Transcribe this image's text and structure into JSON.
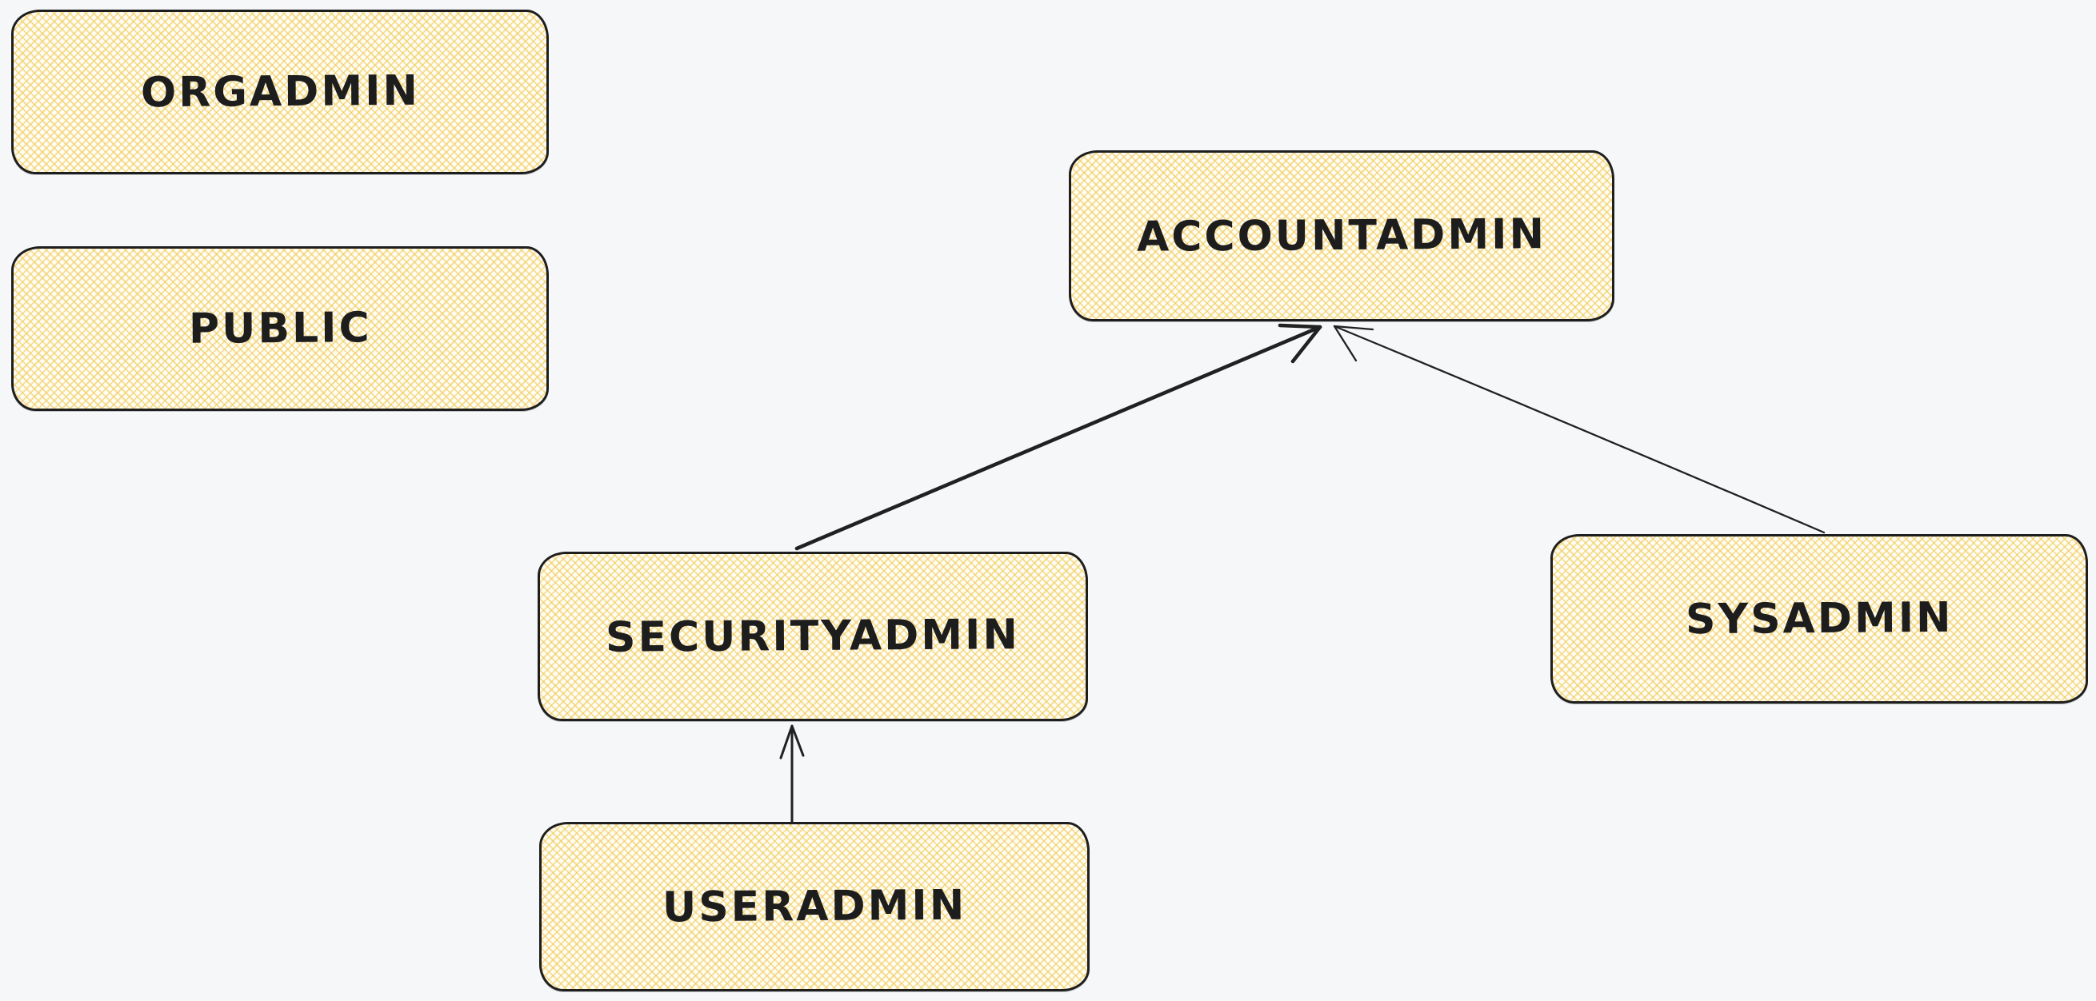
{
  "diagram": {
    "type": "role-hierarchy-flowchart",
    "style": "excalidraw-hand-drawn",
    "nodes": [
      {
        "id": "orgadmin",
        "label": "ORGADMIN"
      },
      {
        "id": "public",
        "label": "PUBLIC"
      },
      {
        "id": "accountadmin",
        "label": "ACCOUNTADMIN"
      },
      {
        "id": "securityadmin",
        "label": "SECURITYADMIN"
      },
      {
        "id": "sysadmin",
        "label": "SYSADMIN"
      },
      {
        "id": "useradmin",
        "label": "USERADMIN"
      }
    ],
    "edges": [
      {
        "from": "SECURITYADMIN",
        "to": "ACCOUNTADMIN",
        "arrowhead": "to",
        "weight": "thick"
      },
      {
        "from": "SYSADMIN",
        "to": "ACCOUNTADMIN",
        "arrowhead": "to",
        "weight": "thin"
      },
      {
        "from": "USERADMIN",
        "to": "SECURITYADMIN",
        "arrowhead": "to",
        "weight": "medium"
      }
    ],
    "colors": {
      "canvas_background": "#f6f7f9",
      "node_hatch": "#f0cb5e",
      "node_background": "#fffdf4",
      "stroke": "#1e1e1e",
      "text": "#1d1d1d"
    }
  }
}
